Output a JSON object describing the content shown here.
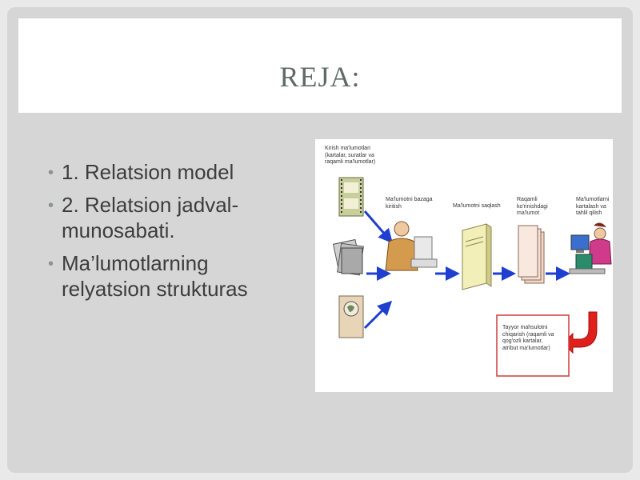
{
  "slide": {
    "title": "REJA:",
    "bullets": [
      {
        "text": "1. Relatsion model"
      },
      {
        "text": "2. Relatsion jadval-munosabati."
      },
      {
        "text": "Ma’lumotlarning relyatsion strukturas"
      }
    ],
    "bullet_glyph": "•"
  },
  "diagram": {
    "labels": {
      "input": "Kirish ma'lumotlari\n(kartalar, suratlar va\nraqamli ma'lumotlar)",
      "entry": "Ma'lumotni bazaga\nkiritish",
      "storage": "Ma'lumotni saqlash",
      "digital": "Raqamli\nko'rinishdagi\nma'lumot",
      "processing": "Ma'lumotlarni\nkartalash va\ntahlil qilish",
      "output": "Tayyor mahsulotni\nchiqarish (raqamli va\nqog'ozli kartalar,\natribut ma'lumotlar)"
    },
    "colors": {
      "arrow": "#1f3fd0",
      "return_arrow": "#e0201c",
      "output_border": "#d23b3b"
    }
  }
}
